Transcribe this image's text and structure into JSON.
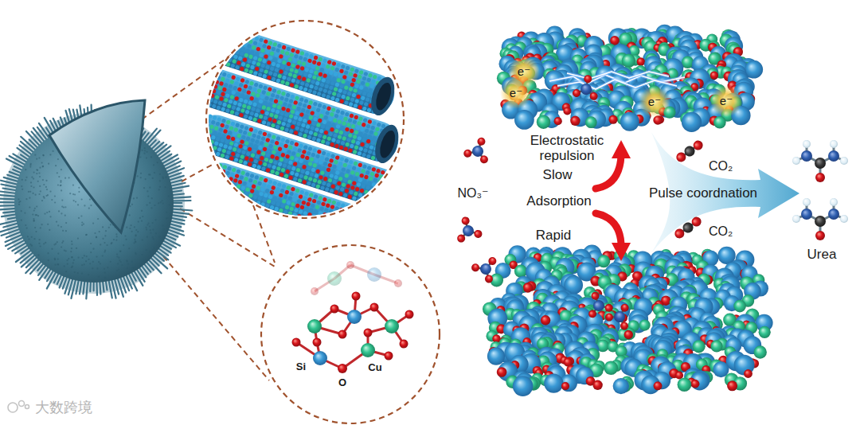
{
  "diagram": {
    "labels": [
      "Electrostatic repulsion",
      "Slow",
      "NO₃⁻",
      "Adsorption",
      "Rapid",
      "Pulse coordnation",
      "CO₂",
      "CO₂",
      "Urea",
      "e⁻",
      "e⁻",
      "e⁻",
      "e⁻",
      "Si",
      "O",
      "Cu",
      "大数跨境"
    ]
  }
}
